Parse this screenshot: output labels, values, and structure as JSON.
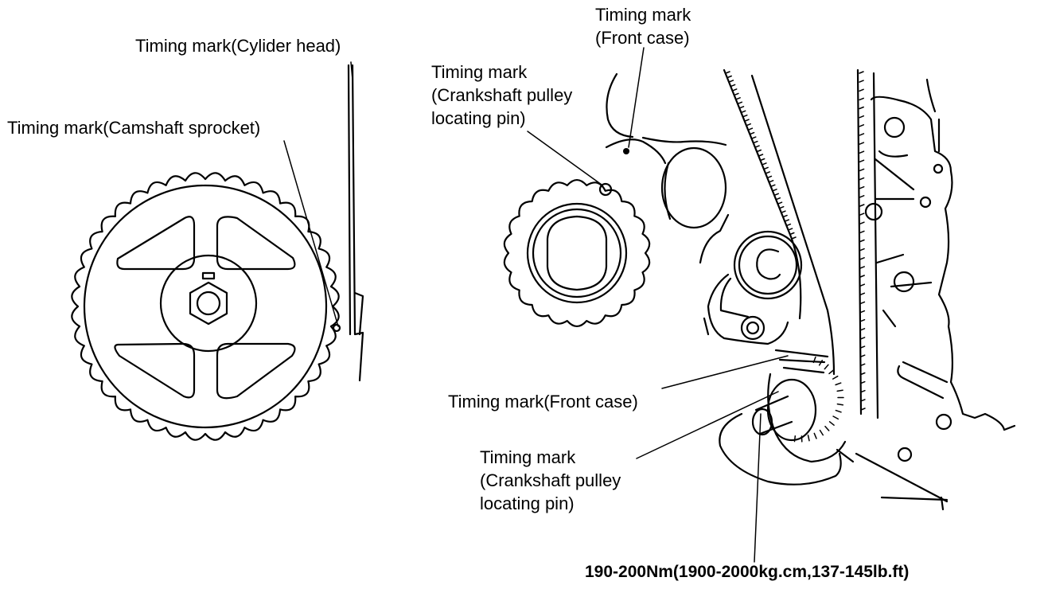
{
  "labels": {
    "cyl_head": "Timing mark(Cylider head)",
    "cam_sprocket": "Timing mark(Camshaft sprocket)",
    "front_case_top": [
      "Timing mark",
      "(Front case)"
    ],
    "crank_pin_top": [
      "Timing mark",
      "(Crankshaft pulley",
      "locating pin)"
    ],
    "front_case_mid": "Timing mark(Front case)",
    "crank_pin_bottom": [
      "Timing mark",
      "(Crankshaft pulley",
      "locating pin)"
    ],
    "torque_spec": "190-200Nm(1900-2000kg.cm,137-145lb.ft)"
  }
}
